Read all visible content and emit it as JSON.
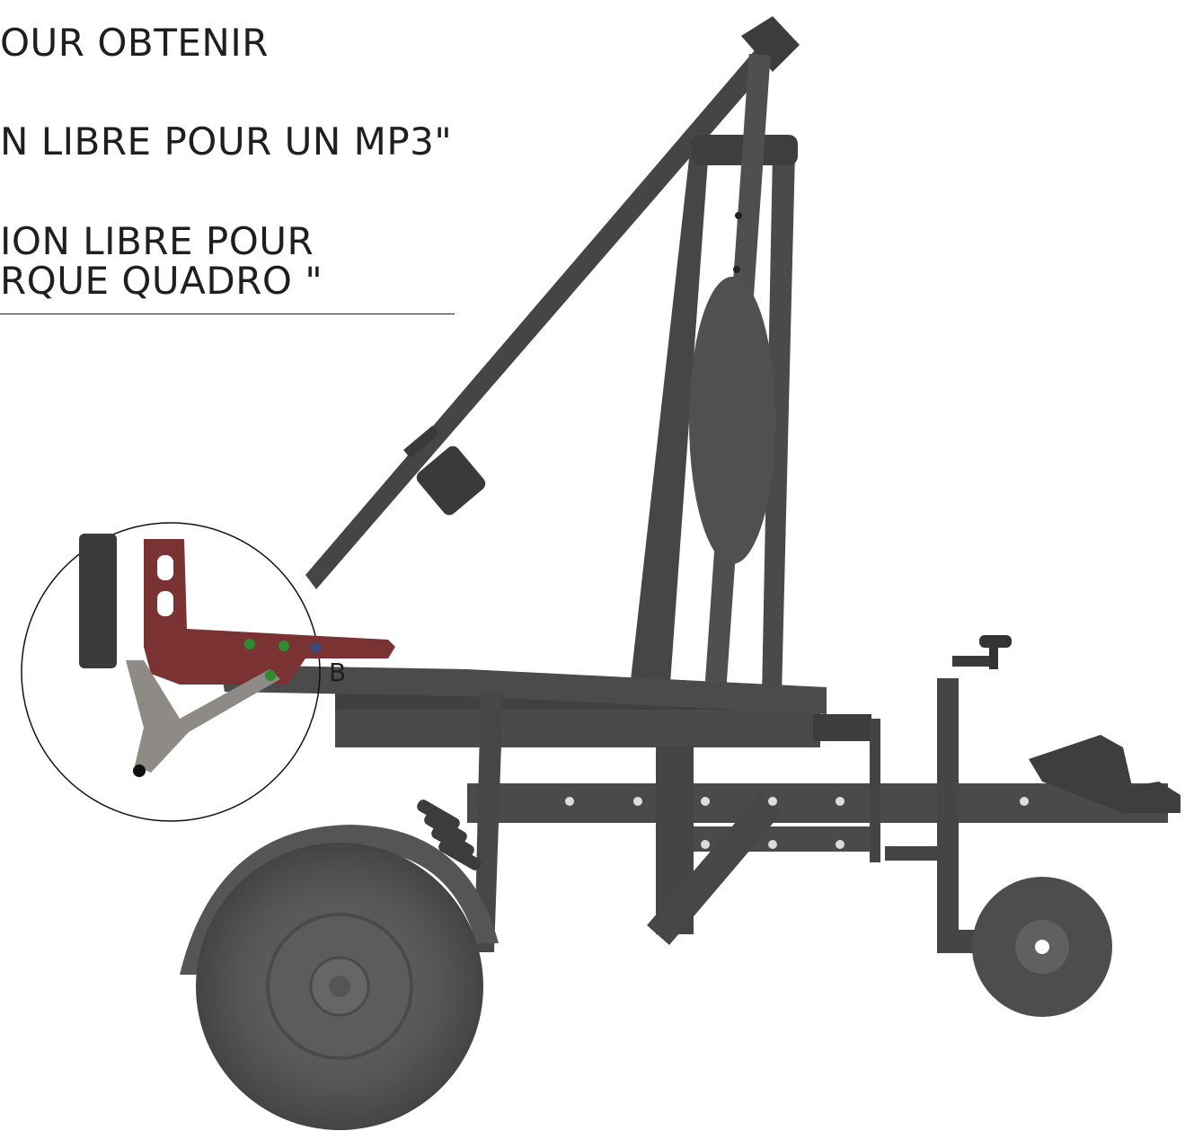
{
  "notes": {
    "line1": "OUR OBTENIR",
    "line2": "N LIBRE POUR UN MP3\"",
    "line3": "ION LIBRE POUR",
    "line4": "RQUE QUADRO \""
  },
  "detail": {
    "point_label": "B"
  },
  "colors": {
    "frame": "#4a4a4a",
    "frame_dark": "#3a3a3a",
    "tyre": "#555555",
    "bracket": "#7a3332",
    "arm": "#8e8a86",
    "pin_green": "#2e8b2e",
    "pin_black": "#111111"
  }
}
